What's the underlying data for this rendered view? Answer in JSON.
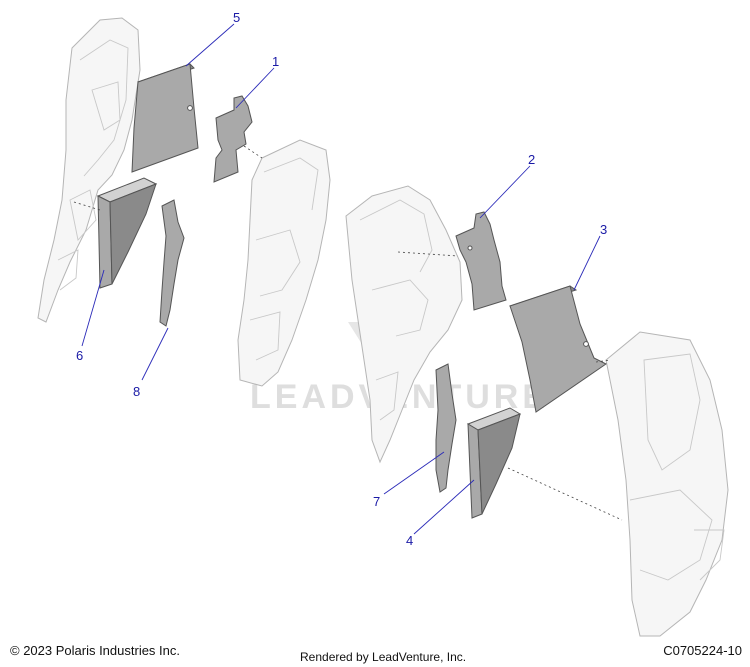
{
  "callouts": [
    "5",
    "1",
    "2",
    "3",
    "6",
    "8",
    "7",
    "4"
  ],
  "watermark_text": "LEADVENTURE",
  "footer": {
    "copyright": "© 2023 Polaris Industries Inc.",
    "rendered_by": "Rendered by LeadVenture, Inc.",
    "diagram_code": "C0705224-10"
  }
}
